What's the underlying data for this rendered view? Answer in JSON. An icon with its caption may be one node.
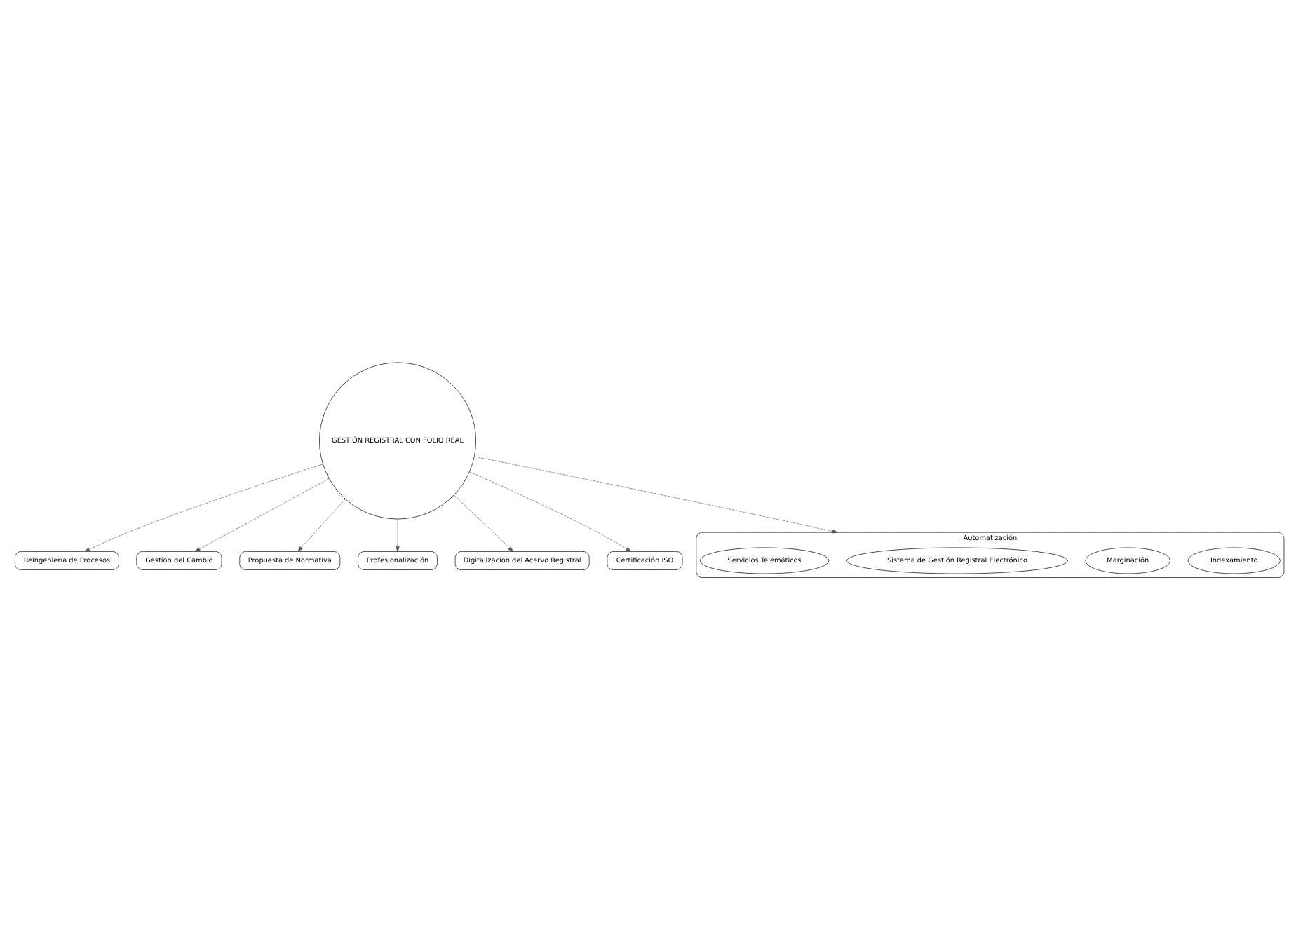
{
  "diagram": {
    "nodes": [
      {
        "text": [
          "GESTIÓN REGISTRAL CON FOLIO REAL"
        ]
      },
      {
        "text": [
          "Reingeniería de Procesos"
        ]
      },
      {
        "text": [
          "Gestión del Cambio"
        ]
      },
      {
        "text": [
          "Propuesta de Normativa"
        ]
      },
      {
        "text": [
          "Profesionalización"
        ]
      },
      {
        "text": [
          "Digitalización del Acervo Registral"
        ]
      },
      {
        "text": [
          "Certificación ISO"
        ]
      },
      {
        "text": [
          "Automatización"
        ]
      },
      {
        "text": [
          "Indexamiento"
        ],
        "in": 7
      },
      {
        "text": [
          "Marginación"
        ],
        "in": 7
      },
      {
        "text": [
          "Sistema de Gestión Registral Electrónico"
        ],
        "in": 7
      },
      {
        "text": [
          "Servicios Telemáticos"
        ],
        "in": 7
      }
    ],
    "edges": [
      {
        "from": 0,
        "to": 1,
        "arrow": "to",
        "style": "dashed"
      },
      {
        "from": 0,
        "to": 2,
        "arrow": "to",
        "style": "dashed"
      },
      {
        "from": 0,
        "to": 3,
        "arrow": "to",
        "style": "dashed"
      },
      {
        "from": 0,
        "to": 4,
        "arrow": "to",
        "style": "dashed"
      },
      {
        "from": 0,
        "to": 5,
        "arrow": "to",
        "style": "dashed"
      },
      {
        "from": 0,
        "to": 6,
        "arrow": "to",
        "style": "dashed"
      },
      {
        "from": 0,
        "to": 7,
        "arrow": "to",
        "style": "dashed"
      }
    ]
  }
}
